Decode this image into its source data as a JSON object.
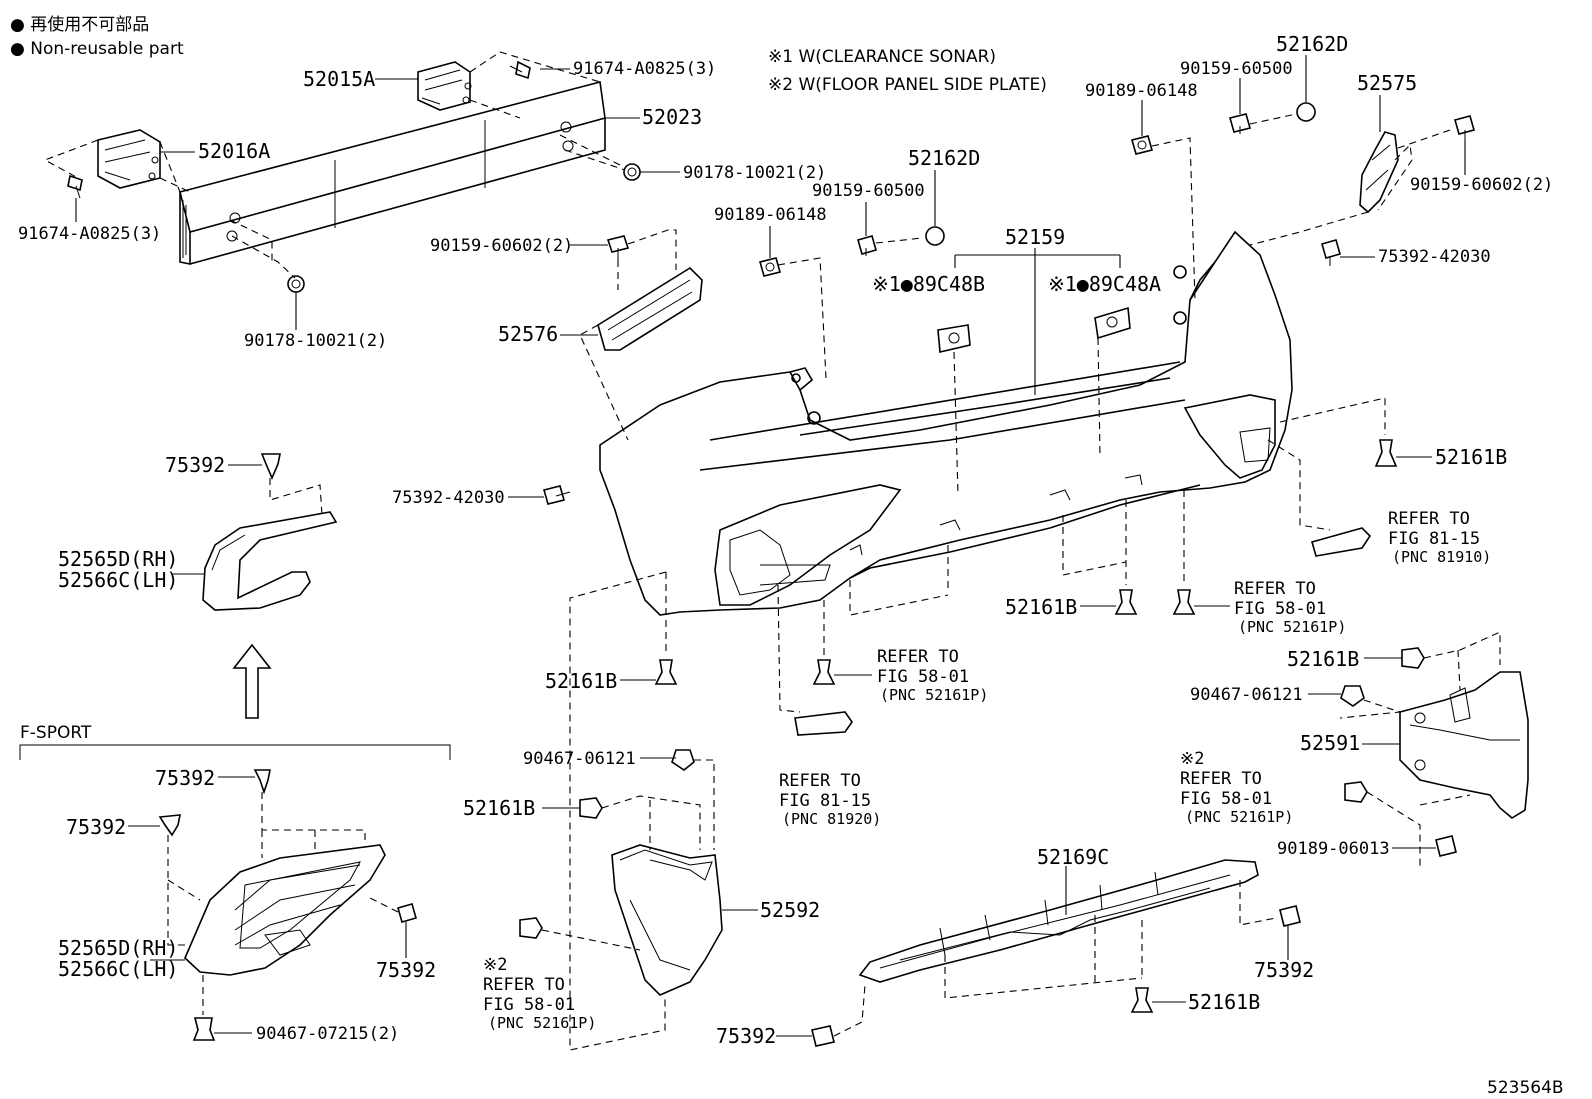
{
  "legend": {
    "line1": "● 再使用不可部品",
    "line2": "● Non-reusable part"
  },
  "notes": {
    "n1": "※1 W(CLEARANCE SONAR)",
    "n2": "※2 W(FLOOR PANEL SIDE PLATE)"
  },
  "fsport_label": "F-SPORT",
  "image_id": "523564B",
  "labels": {
    "p52015A": "52015A",
    "p91674_top": "91674-A0825(3)",
    "p52023": "52023",
    "p52016A": "52016A",
    "p90178_r": "90178-10021(2)",
    "p91674_l": "91674-A0825(3)",
    "p90178_b": "90178-10021(2)",
    "p90159_60602_l": "90159-60602(2)",
    "p52576": "52576",
    "p90189_06148_c": "90189-06148",
    "p90159_60500_c": "90159-60500",
    "p52162D_c": "52162D",
    "p52159": "52159",
    "p89C48B": "※1●89C48B",
    "p89C48A": "※1●89C48A",
    "p52162D_r": "52162D",
    "p90159_60500_r": "90159-60500",
    "p90189_06148_r": "90189-06148",
    "p52575": "52575",
    "p90159_60602_r": "90159-60602(2)",
    "p75392_42030_r": "75392-42030",
    "p75392_42030_l": "75392-42030",
    "p75392_a": "75392",
    "p52565D_a": "52565D(RH)",
    "p52566C_a": "52566C(LH)",
    "p52161B_r1": "52161B",
    "refer_8115_r": [
      "REFER TO",
      "FIG 81-15",
      "(PNC 81910)"
    ],
    "refer_5801_r": [
      "REFER TO",
      "FIG 58-01",
      "(PNC 52161P)"
    ],
    "p52161B_c": "52161B",
    "refer_5801_c": [
      "REFER TO",
      "FIG 58-01",
      "(PNC 52161P)"
    ],
    "p52161B_l": "52161B",
    "refer_8115_c": [
      "REFER TO",
      "FIG 81-15",
      "(PNC 81920)"
    ],
    "p90467_06121_c": "90467-06121",
    "p52161B_cl": "52161B",
    "p52592": "52592",
    "refer_5801_l": [
      "※2",
      "REFER TO",
      "FIG 58-01",
      "(PNC 52161P)"
    ],
    "p52161B_rr": "52161B",
    "p90467_06121_r": "90467-06121",
    "p52591": "52591",
    "refer_5801_rr": [
      "※2",
      "REFER TO",
      "FIG 58-01",
      "(PNC 52161P)"
    ],
    "p90189_06013": "90189-06013",
    "p52169C": "52169C",
    "p75392_r": "75392",
    "p52161B_b": "52161B",
    "p75392_b": "75392",
    "p75392_f1": "75392",
    "p75392_f2": "75392",
    "p75392_f3": "75392",
    "p52565D_b": "52565D(RH)",
    "p52566C_b": "52566C(LH)",
    "p90467_07215": "90467-07215(2)"
  }
}
